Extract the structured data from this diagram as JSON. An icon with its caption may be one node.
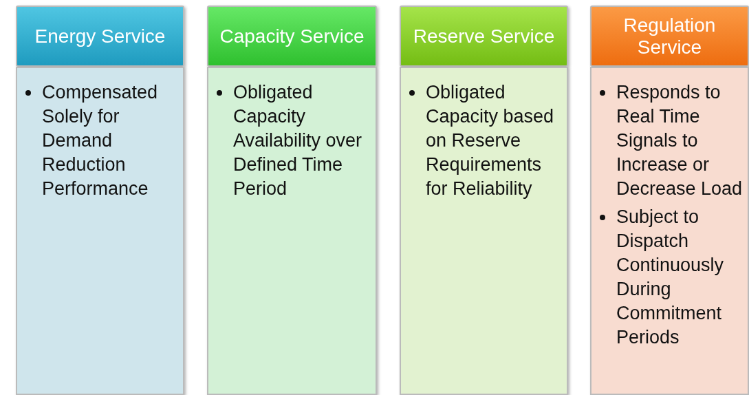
{
  "diagram": {
    "nodes": [
      {
        "text": [
          "Energy Service"
        ]
      },
      {
        "text": [
          "Compensated Solely for Demand Reduction Performance"
        ]
      },
      {
        "text": [
          "Capacity Service"
        ]
      },
      {
        "text": [
          "Obligated Capacity Availability over Defined Time Period"
        ]
      },
      {
        "text": [
          "Reserve Service"
        ]
      },
      {
        "text": [
          "Obligated Capacity based on Reserve Requirements for Reliability"
        ]
      },
      {
        "text": [
          "Regulation Service"
        ]
      },
      {
        "text": [
          "Responds to Real Time Signals to Increase or Decrease Load",
          "Subject to Dispatch Continuously During Commitment Periods"
        ]
      }
    ],
    "edges": []
  }
}
